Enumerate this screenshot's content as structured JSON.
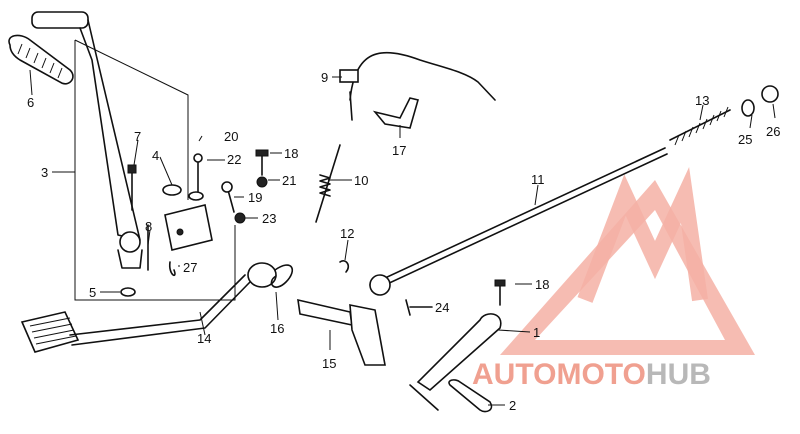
{
  "watermark": {
    "brand_part1": "AUTOMOTO",
    "brand_part2": "HUB",
    "color_primary": "#f0a090",
    "color_secondary": "#b8b8b8"
  },
  "callouts": [
    {
      "id": "c1",
      "label": "1"
    },
    {
      "id": "c2",
      "label": "2"
    },
    {
      "id": "c3",
      "label": "3"
    },
    {
      "id": "c4",
      "label": "4"
    },
    {
      "id": "c5",
      "label": "5"
    },
    {
      "id": "c6",
      "label": "6"
    },
    {
      "id": "c7",
      "label": "7"
    },
    {
      "id": "c8",
      "label": "8"
    },
    {
      "id": "c9",
      "label": "9"
    },
    {
      "id": "c10",
      "label": "10"
    },
    {
      "id": "c11",
      "label": "11"
    },
    {
      "id": "c12",
      "label": "12"
    },
    {
      "id": "c13",
      "label": "13"
    },
    {
      "id": "c14",
      "label": "14"
    },
    {
      "id": "c15",
      "label": "15"
    },
    {
      "id": "c16",
      "label": "16"
    },
    {
      "id": "c17",
      "label": "17"
    },
    {
      "id": "c18a",
      "label": "18"
    },
    {
      "id": "c18b",
      "label": "18"
    },
    {
      "id": "c19",
      "label": "19"
    },
    {
      "id": "c20",
      "label": "20"
    },
    {
      "id": "c21",
      "label": "21"
    },
    {
      "id": "c22",
      "label": "22"
    },
    {
      "id": "c23",
      "label": "23"
    },
    {
      "id": "c24",
      "label": "24"
    },
    {
      "id": "c25",
      "label": "25"
    },
    {
      "id": "c26",
      "label": "26"
    },
    {
      "id": "c27",
      "label": "27"
    }
  ]
}
